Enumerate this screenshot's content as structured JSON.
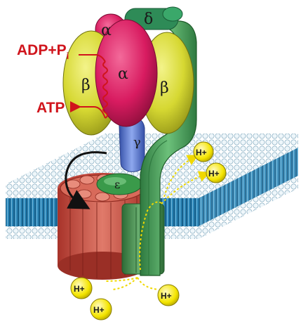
{
  "labels": {
    "alpha": "α",
    "delta": "δ",
    "beta": "β",
    "gamma": "γ",
    "epsilon": "ε",
    "adp_pi": "ADP+P",
    "pi_sub": "i",
    "atp": "ATP",
    "proton": "H+"
  },
  "colors": {
    "alpha": "#d81b60",
    "beta": "#d6d832",
    "delta": "#2e8b57",
    "stalk": "#4a9a5a",
    "gamma": "#5577cc",
    "epsilon": "#3a9a4a",
    "ring": "#c9574a",
    "membrane_head": "#d8e8f0",
    "membrane_tail": "#1f6f9a",
    "proton": "#f4e500",
    "reaction": "#d0141c"
  }
}
